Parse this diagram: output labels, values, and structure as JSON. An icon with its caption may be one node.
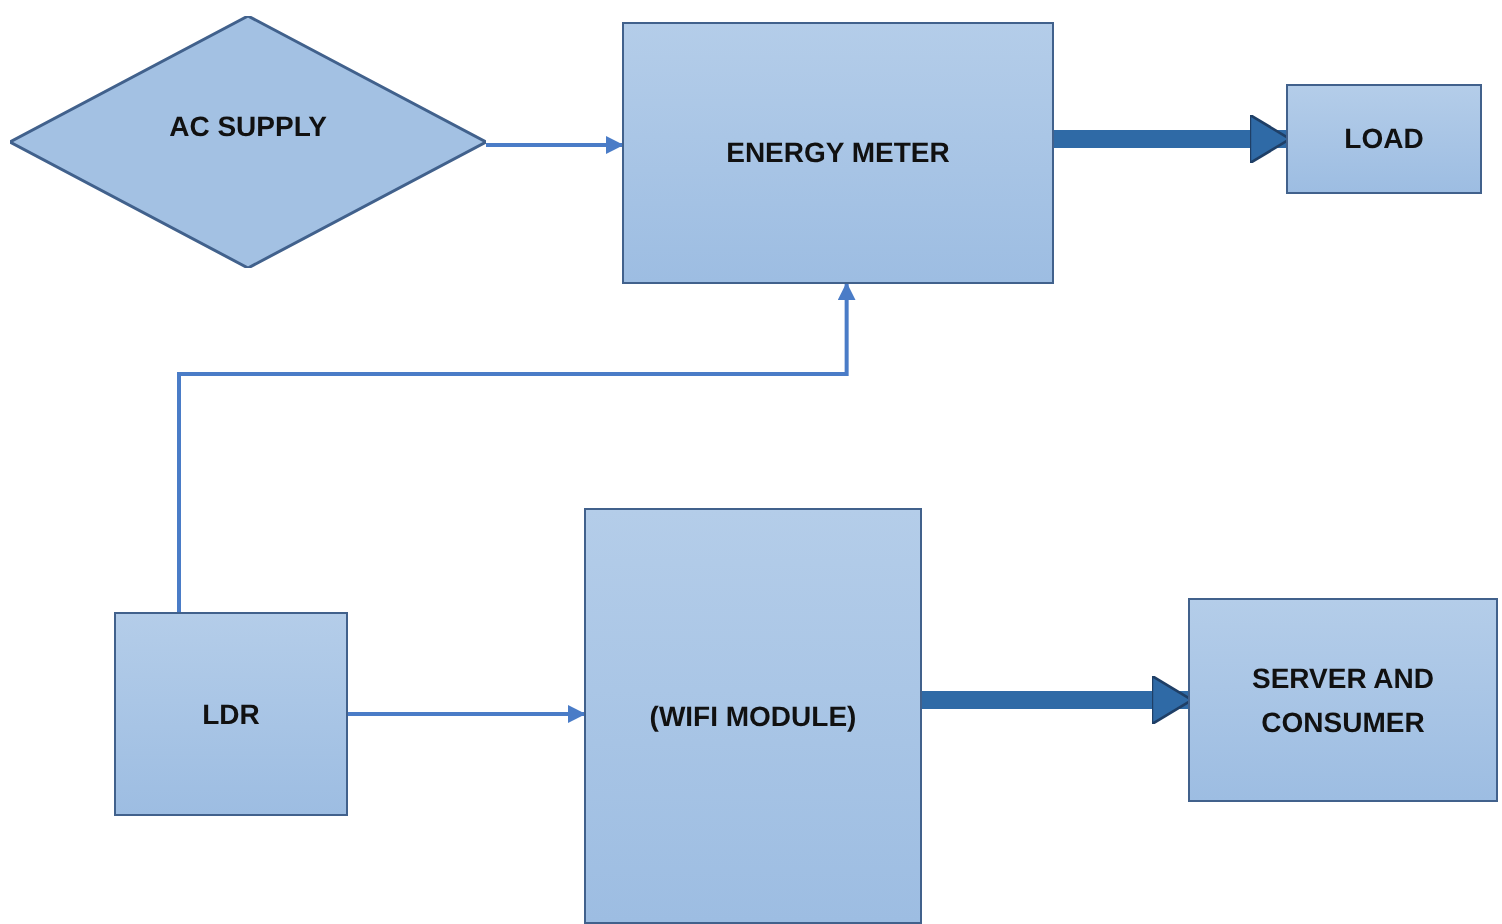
{
  "diagram": {
    "nodes": [
      {
        "text": [
          "AC SUPPLY"
        ]
      },
      {
        "text": [
          "ENERGY METER"
        ]
      },
      {
        "text": [
          "LOAD"
        ]
      },
      {
        "text": [
          "LDR"
        ]
      },
      {
        "text": [
          "(WIFI MODULE)"
        ]
      },
      {
        "text": [
          "SERVER AND CONSUMER"
        ]
      }
    ],
    "edges": [
      {
        "from": 0,
        "to": 1,
        "arrow": "to"
      },
      {
        "from": 1,
        "to": 2,
        "arrow": "to",
        "style": "thick"
      },
      {
        "from": 3,
        "to": 1,
        "arrow": "to"
      },
      {
        "from": 3,
        "to": 4,
        "arrow": "to"
      },
      {
        "from": 4,
        "to": 5,
        "arrow": "to",
        "style": "thick"
      }
    ]
  }
}
